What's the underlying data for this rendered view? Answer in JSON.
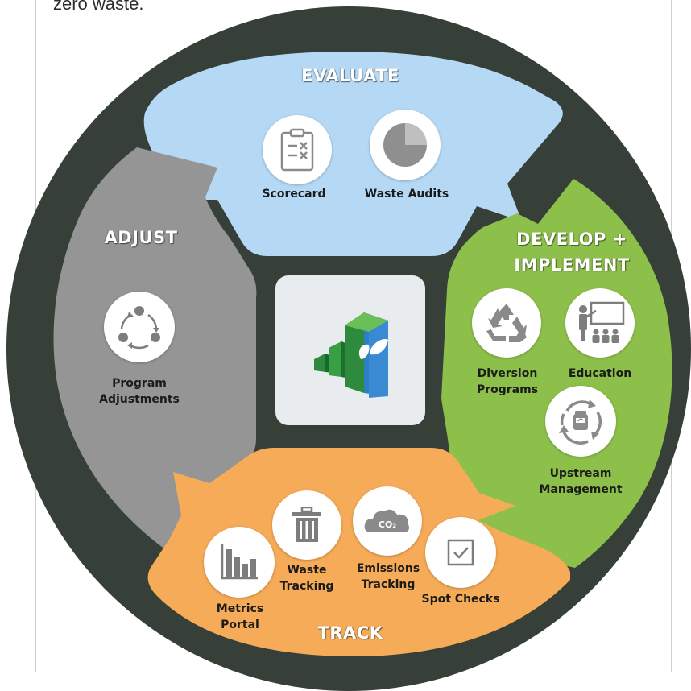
{
  "intro_text": "zero waste.",
  "colors": {
    "ring": "#374038",
    "evaluate": "#b5d9f5",
    "adjust": "#959595",
    "develop": "#8dc04a",
    "track": "#f6ab58",
    "center_tile": "#e8ecef"
  },
  "sections": {
    "evaluate": {
      "title": "EVALUATE",
      "items": [
        {
          "label": "Scorecard",
          "icon": "scorecard-icon"
        },
        {
          "label": "Waste Audits",
          "icon": "pie-chart-icon"
        }
      ]
    },
    "adjust": {
      "title": "ADJUST",
      "items": [
        {
          "label_line1": "Program",
          "label_line2": "Adjustments",
          "icon": "cycle-arrows-icon"
        }
      ]
    },
    "develop": {
      "title_line1": "DEVELOP +",
      "title_line2": "IMPLEMENT",
      "items": [
        {
          "label_line1": "Diversion",
          "label_line2": "Programs",
          "icon": "recycle-icon"
        },
        {
          "label": "Education",
          "icon": "presentation-icon"
        },
        {
          "label_line1": "Upstream",
          "label_line2": "Management",
          "icon": "upstream-cycle-icon"
        }
      ]
    },
    "track": {
      "title": "TRACK",
      "items": [
        {
          "label_line1": "Metrics",
          "label_line2": "Portal",
          "icon": "bar-chart-icon"
        },
        {
          "label_line1": "Waste",
          "label_line2": "Tracking",
          "icon": "trash-can-icon"
        },
        {
          "label_line1": "Emissions",
          "label_line2": "Tracking",
          "icon": "co2-cloud-icon"
        },
        {
          "label": "Spot Checks",
          "icon": "checkbox-icon"
        }
      ]
    }
  },
  "co2_text": "CO₂"
}
